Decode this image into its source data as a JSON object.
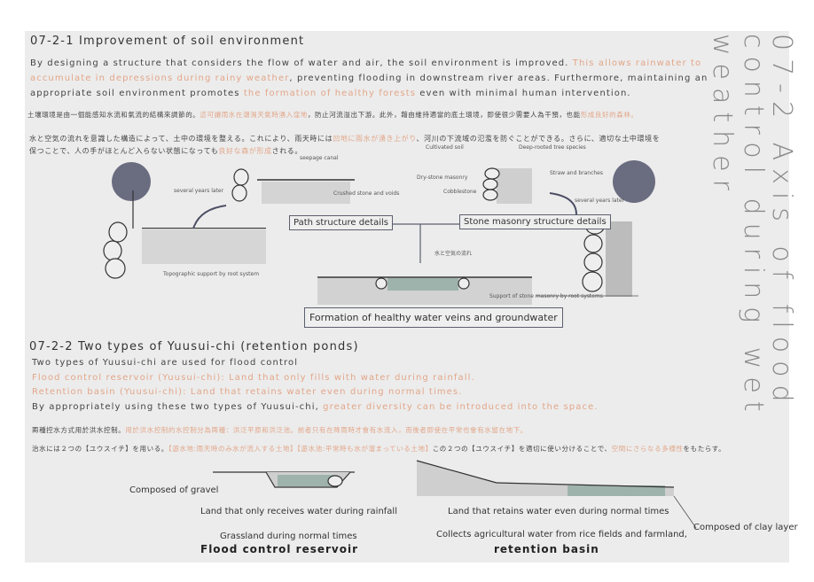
{
  "vertical_title": {
    "line1": "07-2 Axis of flood",
    "line2": "control during wet weather"
  },
  "section1": {
    "title": "07-2-1 Improvement of soil environment",
    "en_1": "By designing a structure that considers the flow of water and air, the soil environment is improved. ",
    "en_1_hl": "This allows rainwater to",
    "en_2_hl": "accumulate in depressions during rainy weather",
    "en_2": ", preventing flooding in downstream river areas. Furthermore, maintaining an",
    "en_3": "appropriate soil environment promotes ",
    "en_3_hl": "the formation of healthy forests",
    "en_3_end": " even with minimal human intervention.",
    "cn_1": "土壤環境是由一個能感知水流和氣流的結構來調節的。",
    "cn_1_hl": "這可讓雨水在潮濕天氣時湧入窪地",
    "cn_2": "，防止河流溢出下游。此外，藉由維持適當的底土環境，即使很少需要人為干預，也能",
    "cn_2_hl": "形成良好的森林。",
    "jp_1": "水と空気の流れを意識した構造によって、土中の環境を整える。これにより、雨天時には",
    "jp_1_hl": "凹地に雨水が湧き上がり",
    "jp_1_end": "、河川の下流域の氾濫を防ぐことができる。さらに、適切な土中環境を",
    "jp_2": "保つことで、人の手がほとんど入らない状態になっても",
    "jp_2_hl": "良好な森が形成",
    "jp_2_end": "される。"
  },
  "diagram1": {
    "labels": {
      "seepage": "seepage canal",
      "crushed": "Crushed stone and voids",
      "years_left": "several years later",
      "topo": "Topographic support by root system",
      "cultivated": "Cultivated soil",
      "deep_root": "Deep-rooted tree species",
      "dry_stone": "Dry-stone masonry",
      "straw": "Straw and branches",
      "cobble": "Cobblestone",
      "years_right": "several years later",
      "support": "Support of stone masonry by root systems",
      "flow": "水と空気の流れ"
    },
    "boxes": {
      "path": "Path structure details",
      "stone": "Stone masonry structure details",
      "formation": "Formation of healthy water veins and groundwater"
    }
  },
  "section2": {
    "title": "07-2-2 Two types of Yuusui-chi (retention ponds)",
    "l1": "Two types of Yuusui-chi are used for flood control",
    "l2": "Flood control reservoir (Yuusui-chi): Land that only fills with water during rainfall.",
    "l3": "Retention basin (Yuusui-chi): Land that retains water even during normal times.",
    "l4": "By appropriately using these two types of Yuusui-chi, ",
    "l4_hl": "greater diversity can be introduced into the space.",
    "cn": "兩種控水方式用於洪水控制。",
    "cn_hl": "用於洪水控制的水控制分為兩種：洪泛平原和洪泛池。前者只有在降雨時才會有水流入，而後者即使在平常也會有水留在地下。",
    "jp": "治水には２つの【ユウスイチ】を用いる。",
    "jp_hl": "【遊水地:雨天時のみ水が流入する土地】【遊水池:平常時も水が溜まっている土地】",
    "jp_mid": "この２つの【ユウスイチ】を適切に使い分けることで、",
    "jp_hl2": "空間にさらなる多様性",
    "jp_end": "をもたらす。"
  },
  "diagram2": {
    "gravel": "Composed of gravel",
    "rain_only": "Land that only receives water during rainfall",
    "grassland": "Grassland during normal times",
    "reservoir": "Flood control reservoir",
    "retains": "Land that retains water even during normal times",
    "collects": "Collects agricultural water from rice fields and farmland,",
    "basin": "retention basin",
    "clay": "Composed of clay layer"
  },
  "colors": {
    "highlight": "#e2a689",
    "water": "#9fb3ad",
    "line": "#5c5f6e"
  }
}
